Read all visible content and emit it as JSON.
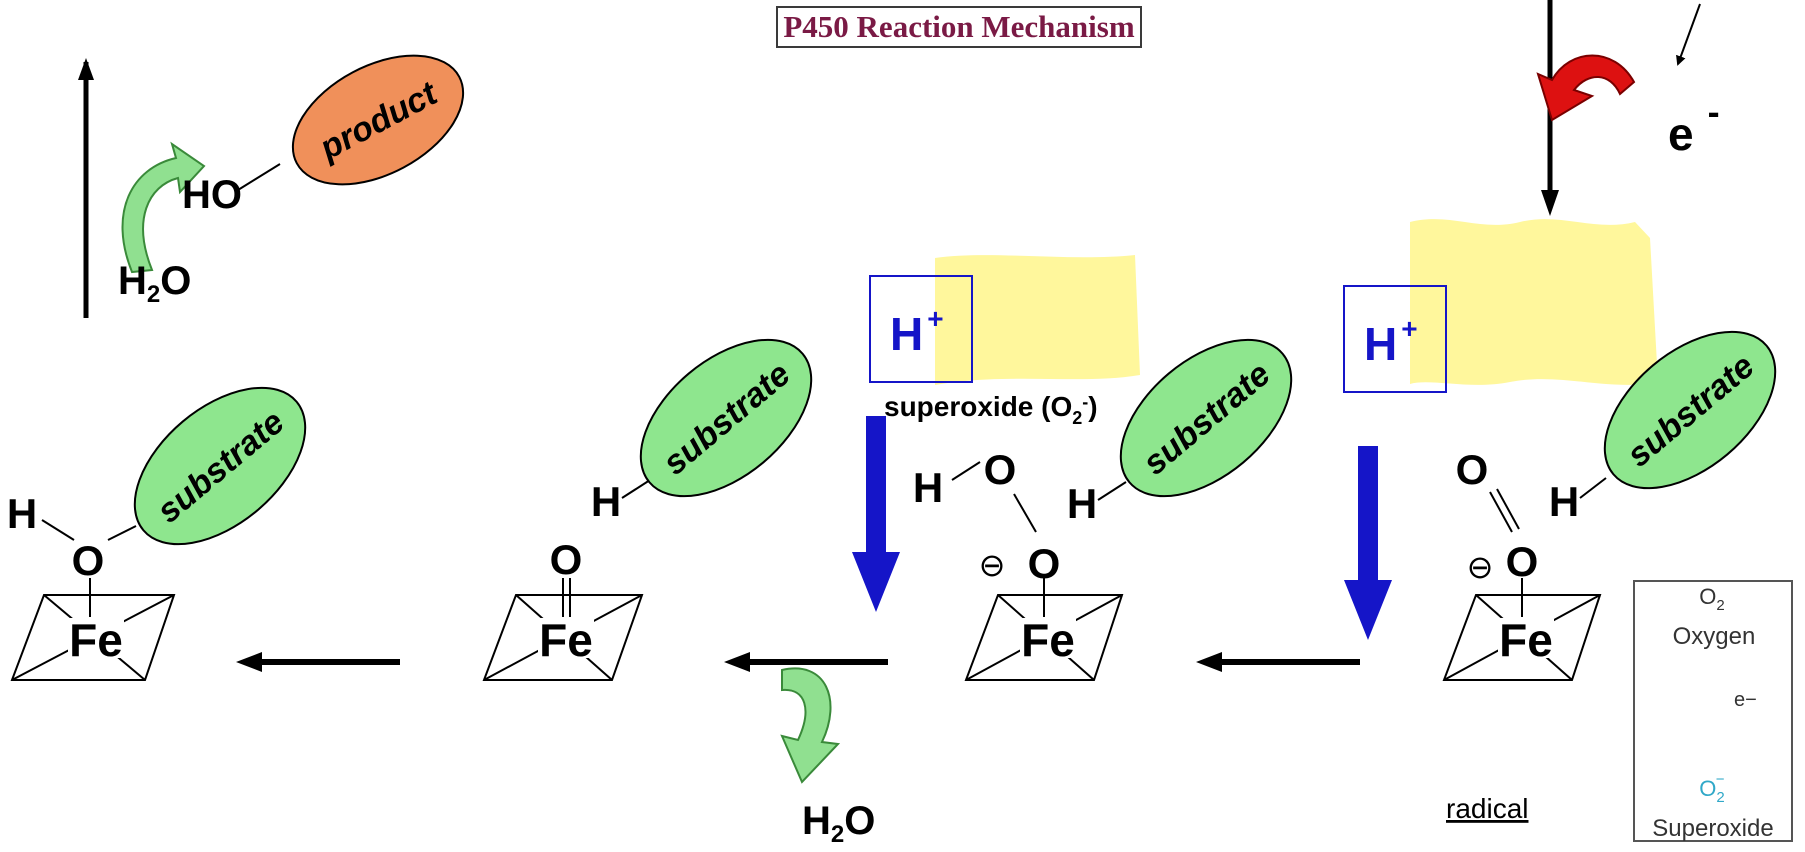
{
  "title": "P450 Reaction Mechanism",
  "labels": {
    "product": "product",
    "substrate": "substrate",
    "ho": "HO",
    "h2o_h": "H",
    "h2o_sub": "2",
    "h2o_o": "O",
    "h": "H",
    "o": "O",
    "fe": "Fe",
    "electron": "e",
    "electron_sup": "-",
    "proton": "H",
    "proton_sup": "+",
    "superoxide_pre": "superoxide (O",
    "superoxide_sub": "2",
    "superoxide_sup": "-",
    "superoxide_post": ")",
    "radical": "radical",
    "charge_minus": "⊖"
  },
  "legend": {
    "o2_main": "O",
    "o2_sub": "2",
    "oxygen": "Oxygen",
    "electron": "e−",
    "o2minus_main": "O",
    "o2minus_sub": "2",
    "o2minus_sup": "−",
    "superoxide": "Superoxide"
  },
  "colors": {
    "title_text": "#7a1a45",
    "substrate_fill": "#8ee68e",
    "product_fill": "#f0905a",
    "curved_arrow_green": "#90e090",
    "curved_arrow_red": "#dd1111",
    "proton_blue": "#1515c8",
    "highlight_yellow": "#fff79c",
    "legend_cyan": "#30a8c8"
  }
}
